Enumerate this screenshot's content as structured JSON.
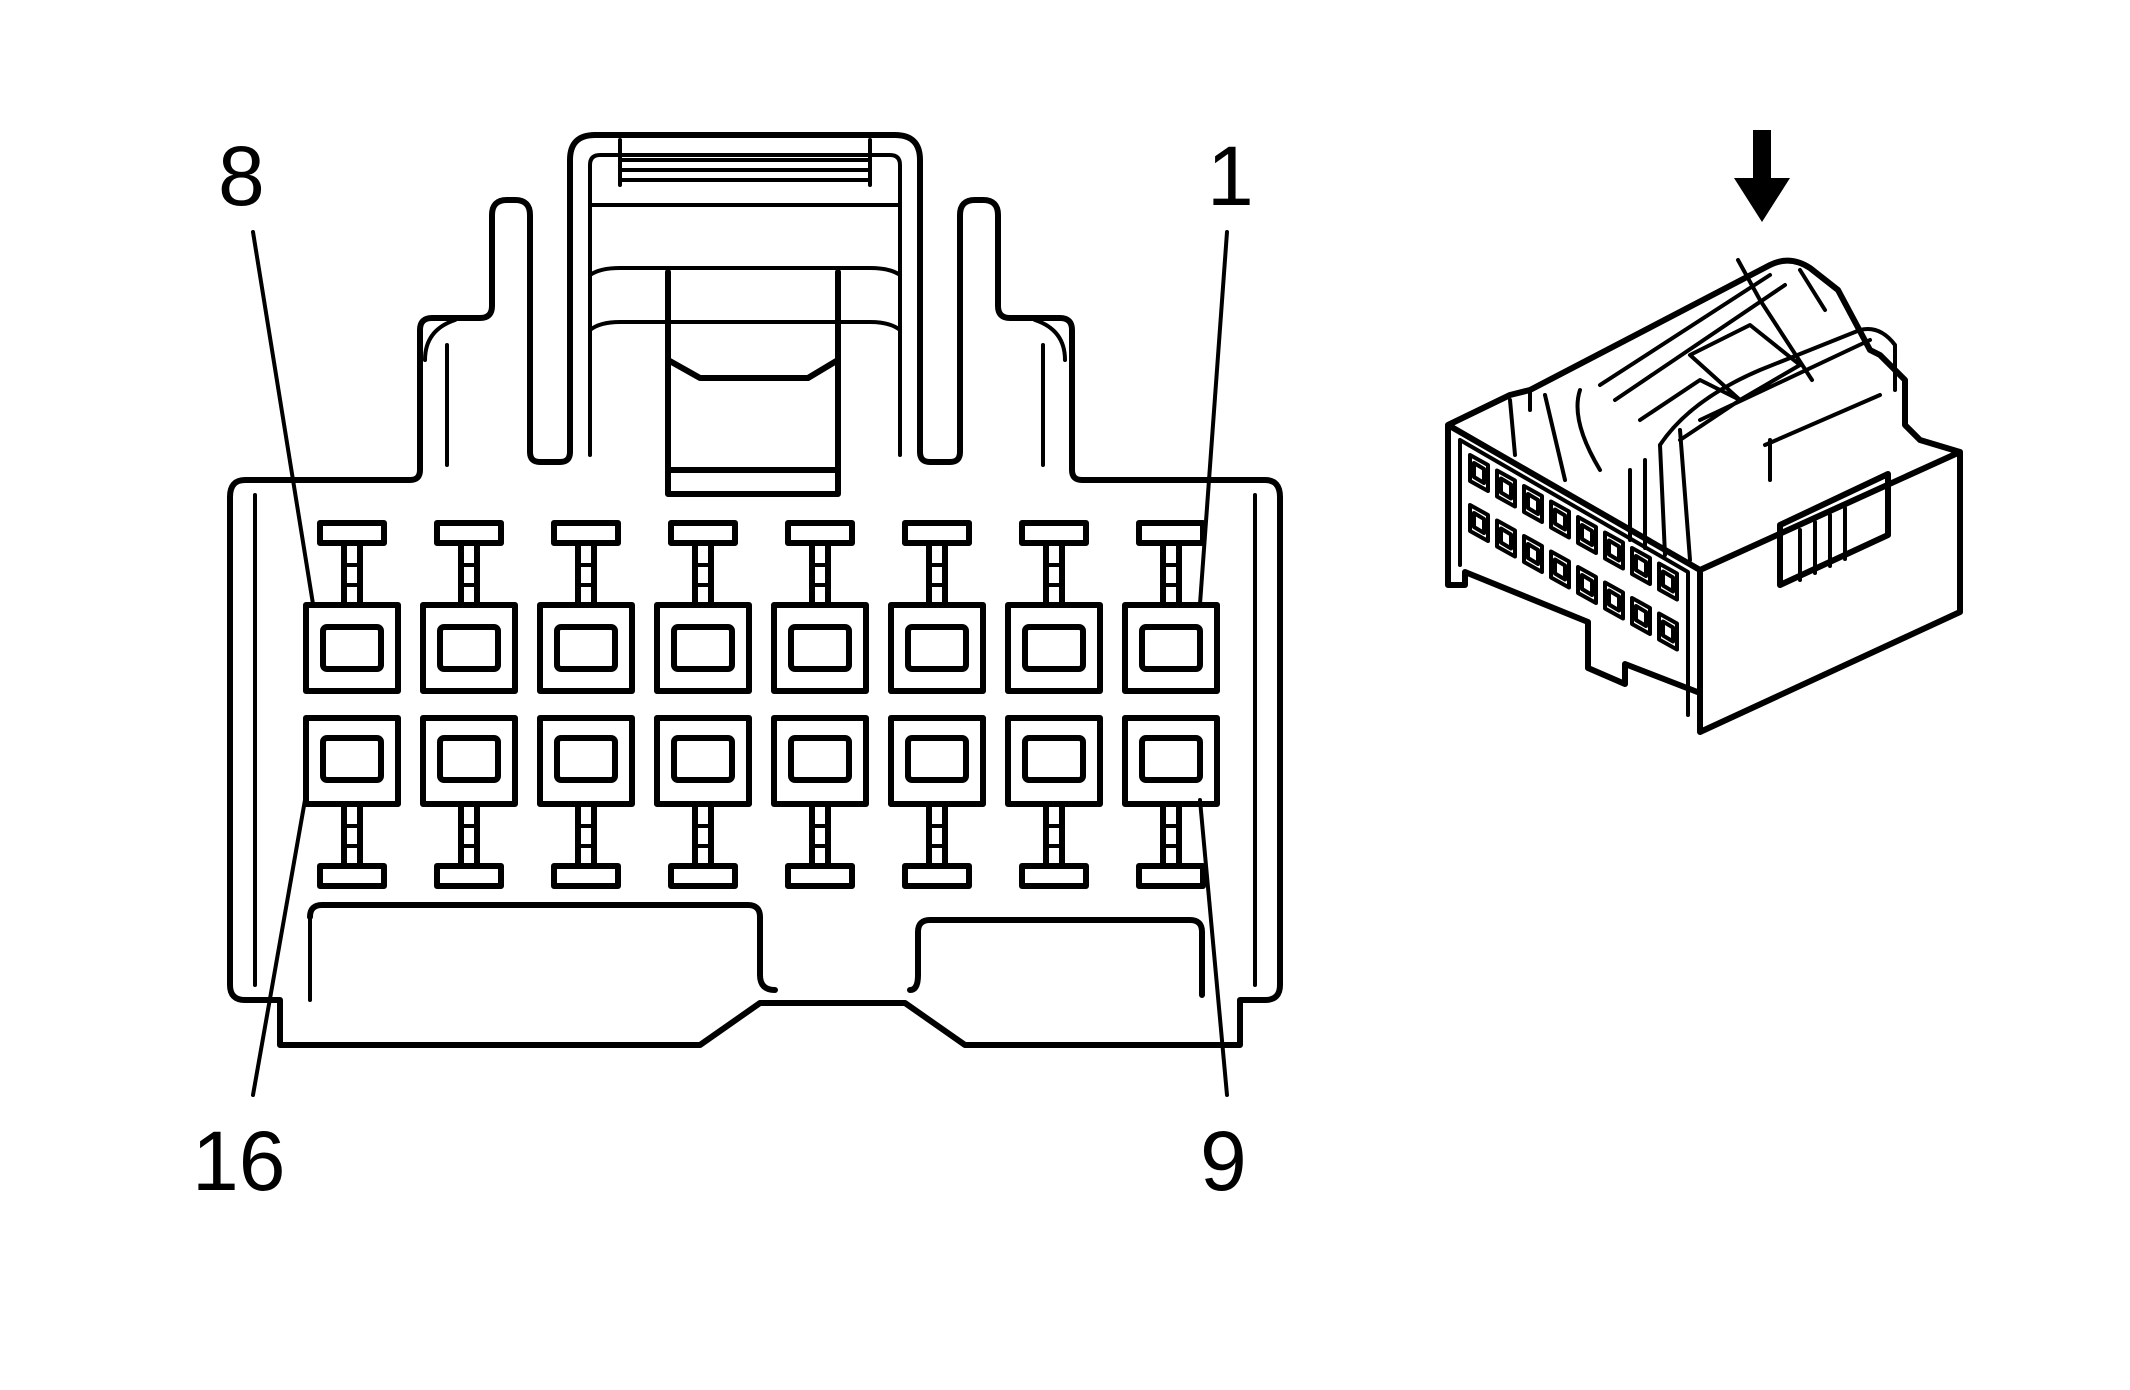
{
  "diagram": {
    "pin_labels": {
      "top_left": "8",
      "top_right": "1",
      "bottom_left": "16",
      "bottom_right": "9"
    },
    "pin_count": 16,
    "pins_per_row": 8
  }
}
